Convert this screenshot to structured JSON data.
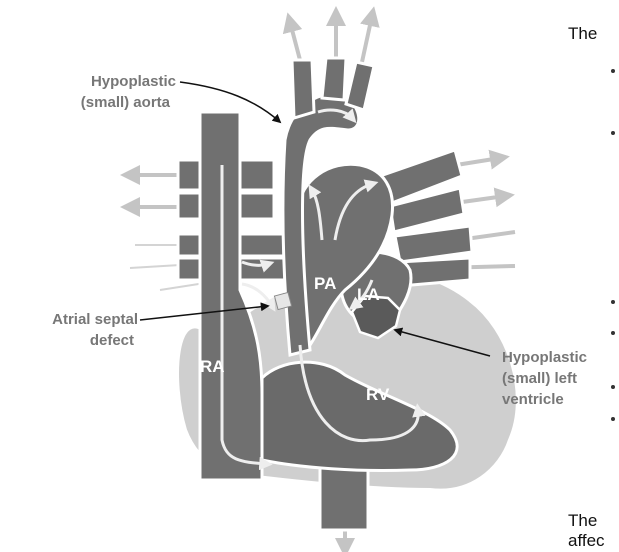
{
  "labels": {
    "aorta_line1": "Hypoplastic",
    "aorta_line2": "(small) aorta",
    "asd_line1": "Atrial septal",
    "asd_line2": "defect",
    "lv_line1": "Hypoplastic",
    "lv_line2": "(small) left",
    "lv_line3": "ventricle"
  },
  "chambers": {
    "pa": "PA",
    "la": "LA",
    "ra": "RA",
    "rv": "RV"
  },
  "side_text": {
    "top": "The",
    "bottom_1": "The",
    "bottom_2": "affec"
  },
  "colors": {
    "vessel": "#707070",
    "vessel_dark": "#5a5a5a",
    "outline": "#ffffff",
    "heart_light": "#cfcfcf",
    "arrow": "#c4c4c4",
    "flow": "#eeeeee",
    "label_text": "#777777"
  }
}
